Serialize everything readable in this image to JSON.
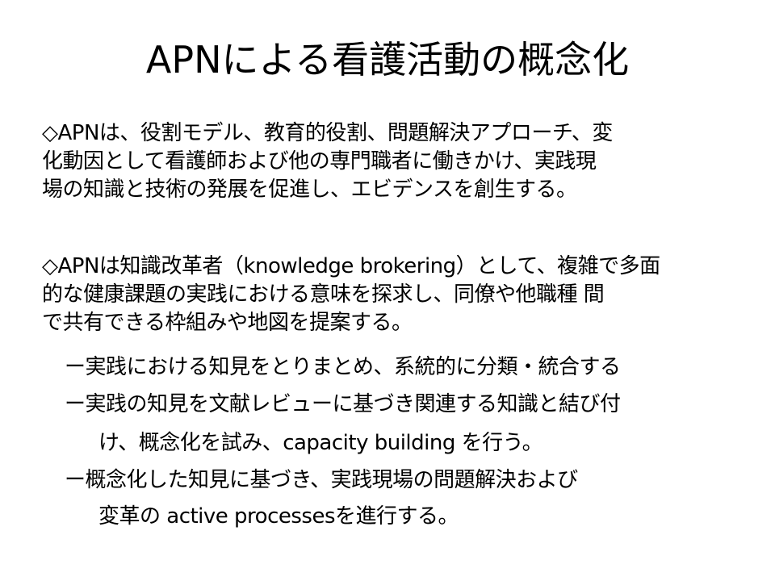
{
  "slide": {
    "title": "APNによる看護活動の概念化",
    "paragraph1": [
      "◇APNは、役割モデル、教育的役割、問題解決アプローチ、変",
      "化動因として看護師および他の専門職者に働きかけ、実践現",
      "場の知識と技術の発展を促進し、エビデンスを創生する。"
    ],
    "paragraph2": [
      "◇APNは知識改革者（knowledge brokering）として、複雑で多面",
      "的な健康課題の実践における意味を探求し、同僚や他職種 間",
      "で共有できる枠組みや地図を提案する。"
    ],
    "sub_items": [
      {
        "lines": [
          "ー実践における知見をとりまとめ、系統的に分類・統合する"
        ]
      },
      {
        "lines": [
          "ー実践の知見を文献レビューに基づき関連する知識と結び付",
          "け、概念化を試み、capacity building を行う。"
        ]
      },
      {
        "lines": [
          "ー概念化した知見に基づき、実践現場の問題解決および",
          "変革の active processesを進行する。"
        ]
      }
    ]
  }
}
